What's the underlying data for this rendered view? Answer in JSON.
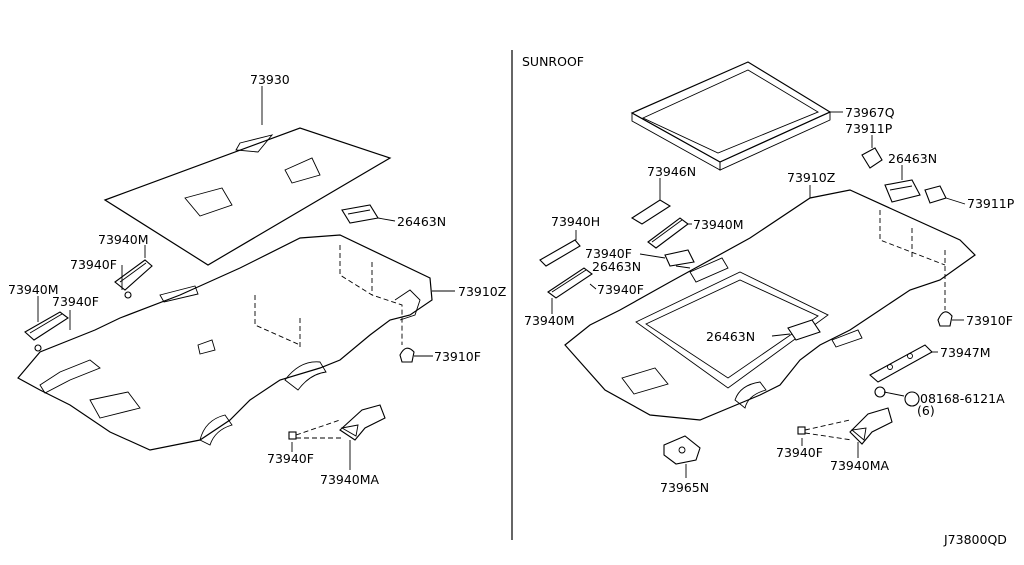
{
  "diagram": {
    "sunroof_title": "SUNROOF",
    "drawing_number": "J73800QD",
    "left_labels": {
      "roof_panel": "73930",
      "lamp_left": "26463N",
      "grip_m_top": "73940M",
      "grip_f_top": "73940F",
      "headlining": "73910Z",
      "grip_m_side": "73940M",
      "grip_f_side": "73940F",
      "clip": "73910F",
      "visor_clip": "73940F",
      "visor_holder": "73940MA"
    },
    "right_labels": {
      "seal": "73967Q",
      "bracket_top": "73911P",
      "lamp_top": "26463N",
      "bracket_right": "73911P",
      "bracket_mid": "73946N",
      "headlining": "73910Z",
      "grip_h": "73940H",
      "grip_m_mid": "73940M",
      "grip_f_mid": "73940F",
      "lamp_mid": "26463N",
      "grip_f_low": "73940F",
      "grip_m_low": "73940M",
      "lamp_center": "26463N",
      "clip": "73910F",
      "bracket_low": "73947M",
      "bolt": "08168-6121A",
      "bolt_qty": "(6)",
      "visor_clip": "73940F",
      "visor_holder": "73940MA",
      "console": "73965N"
    }
  }
}
